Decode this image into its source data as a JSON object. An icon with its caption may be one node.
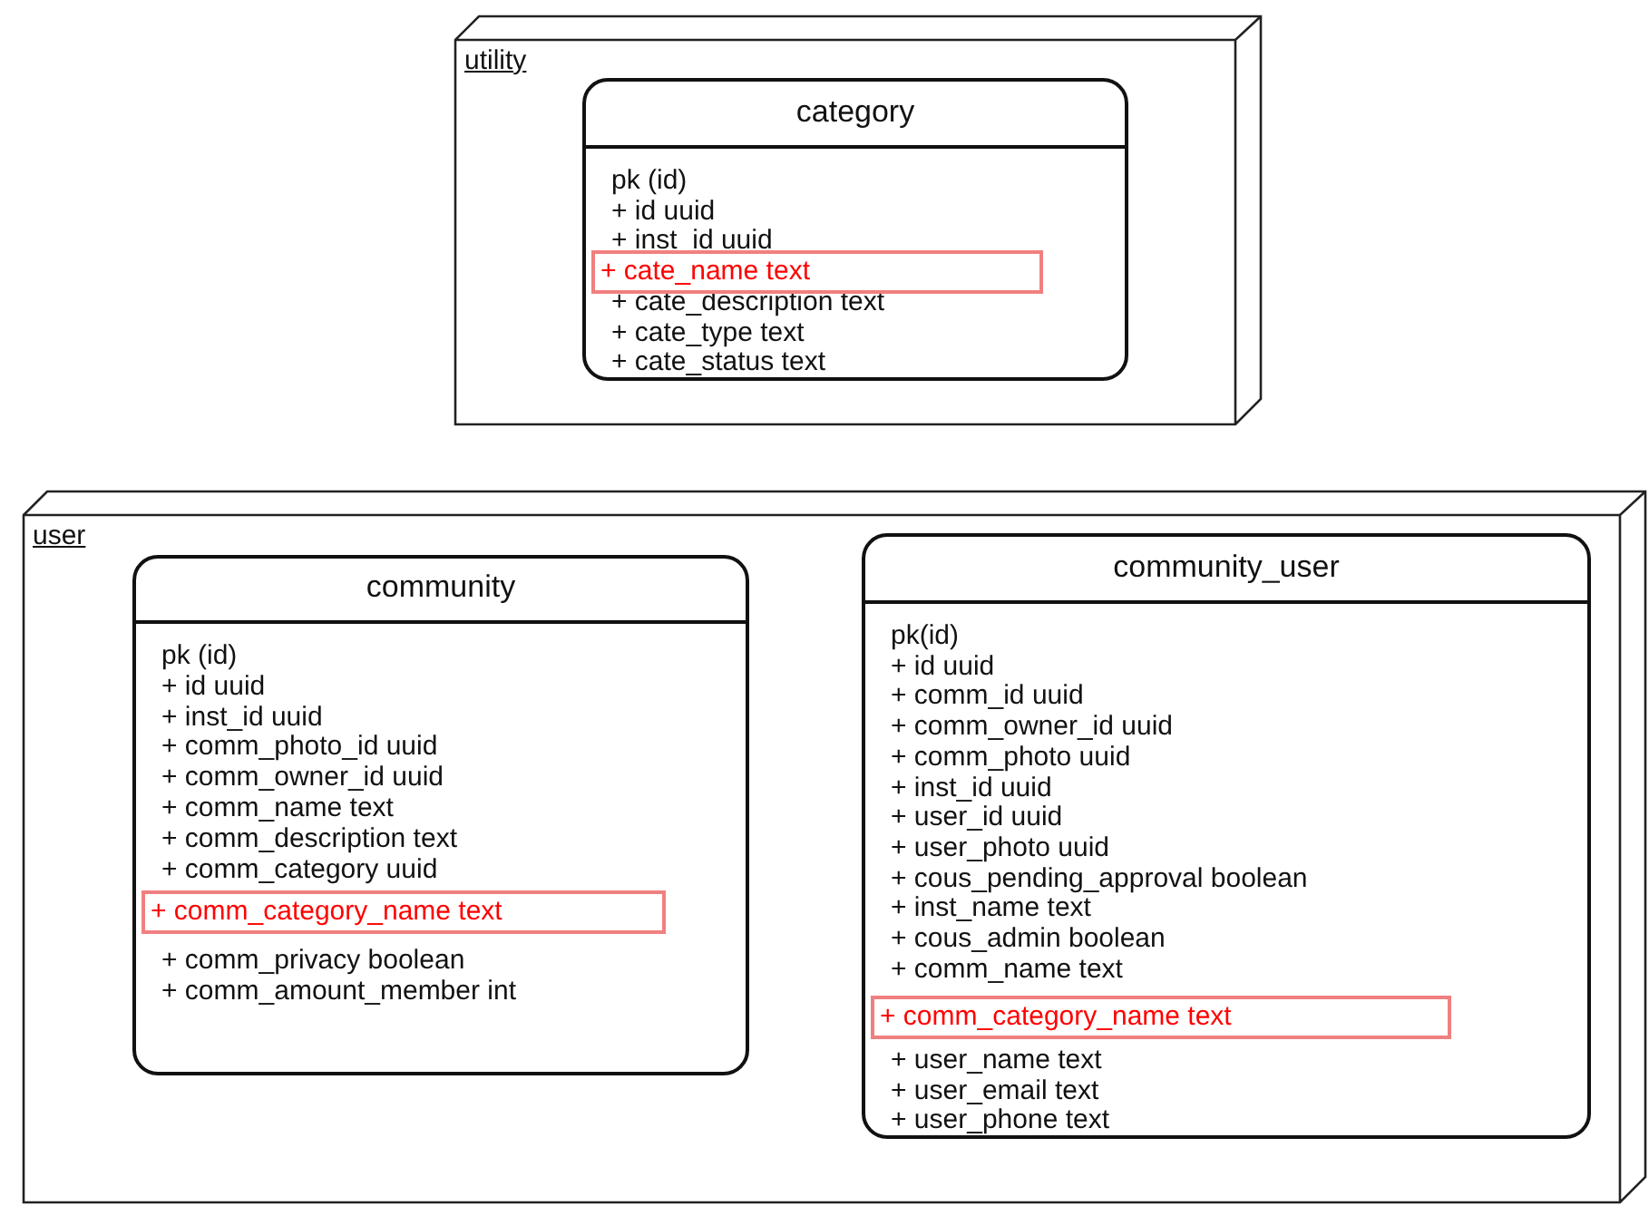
{
  "diagram": {
    "nodes": [
      {
        "text": [
          "utility"
        ]
      },
      {
        "text": [
          "category",
          "pk (id)",
          "+ id uuid",
          "+ inst_id uuid",
          "+ cate_description text",
          "+ cate_type text",
          "+ cate_status text"
        ],
        "in": 0
      },
      {
        "text": [
          "+ cate_name text"
        ],
        "in": 1
      },
      {
        "text": [
          "user"
        ]
      },
      {
        "text": [
          "community",
          "pk (id)",
          "+ id uuid",
          "+ inst_id uuid",
          "+ comm_photo_id uuid",
          "+ comm_owner_id uuid",
          "+ comm_name text",
          "+ comm_description text",
          "+ comm_category uuid",
          "+ comm_privacy boolean",
          "+ comm_amount_member int"
        ],
        "in": 3
      },
      {
        "text": [
          "+ comm_category_name text"
        ],
        "in": 4
      },
      {
        "text": [
          "community_user",
          "pk(id)",
          "+ id uuid",
          "+ comm_id uuid",
          "+ comm_owner_id uuid",
          "+ comm_photo uuid",
          "+ inst_id uuid",
          "+ user_id uuid",
          "+ user_photo uuid",
          "+ cous_pending_approval boolean",
          "+ inst_name text",
          "+ cous_admin boolean",
          "+ comm_name text",
          "+ user_name text",
          "+ user_email text",
          "+ user_phone text"
        ],
        "in": 3
      },
      {
        "text": [
          "+ comm_category_name text"
        ],
        "in": 6
      }
    ]
  }
}
